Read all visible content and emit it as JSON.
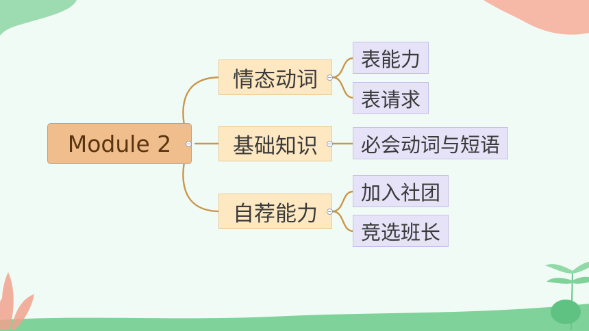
{
  "mindmap": {
    "root": {
      "label": "Module 2"
    },
    "branches": [
      {
        "label": "情态动词",
        "children": [
          "表能力",
          "表请求"
        ]
      },
      {
        "label": "基础知识",
        "children": [
          "必会动词与短语"
        ]
      },
      {
        "label": "自荐能力",
        "children": [
          "加入社团",
          "竞选班长"
        ]
      }
    ]
  },
  "colors": {
    "background": "#f1fbf5",
    "root_fill": "#efbe8c",
    "branch_fill": "#fde8c2",
    "leaf_fill": "#e6e2f8",
    "connector": "#c8964a",
    "decor_green": "#8fd8a6",
    "decor_peach": "#f6b9a8"
  }
}
